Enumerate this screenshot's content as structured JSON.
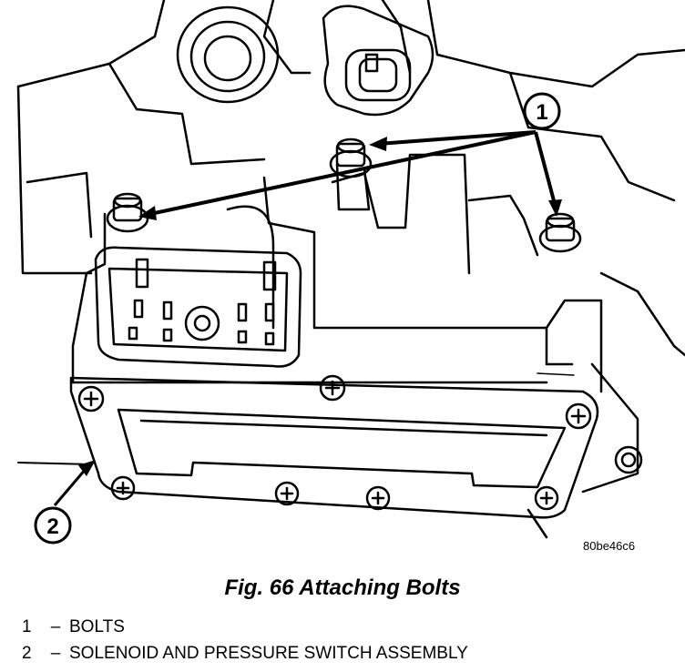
{
  "reference_code": "80be46c6",
  "figure_caption": "Fig. 66 Attaching Bolts",
  "callouts": [
    {
      "number": "1",
      "description": "BOLTS"
    },
    {
      "number": "2",
      "description": "SOLENOID AND PRESSURE SWITCH ASSEMBLY"
    }
  ],
  "legend_separator": "–"
}
